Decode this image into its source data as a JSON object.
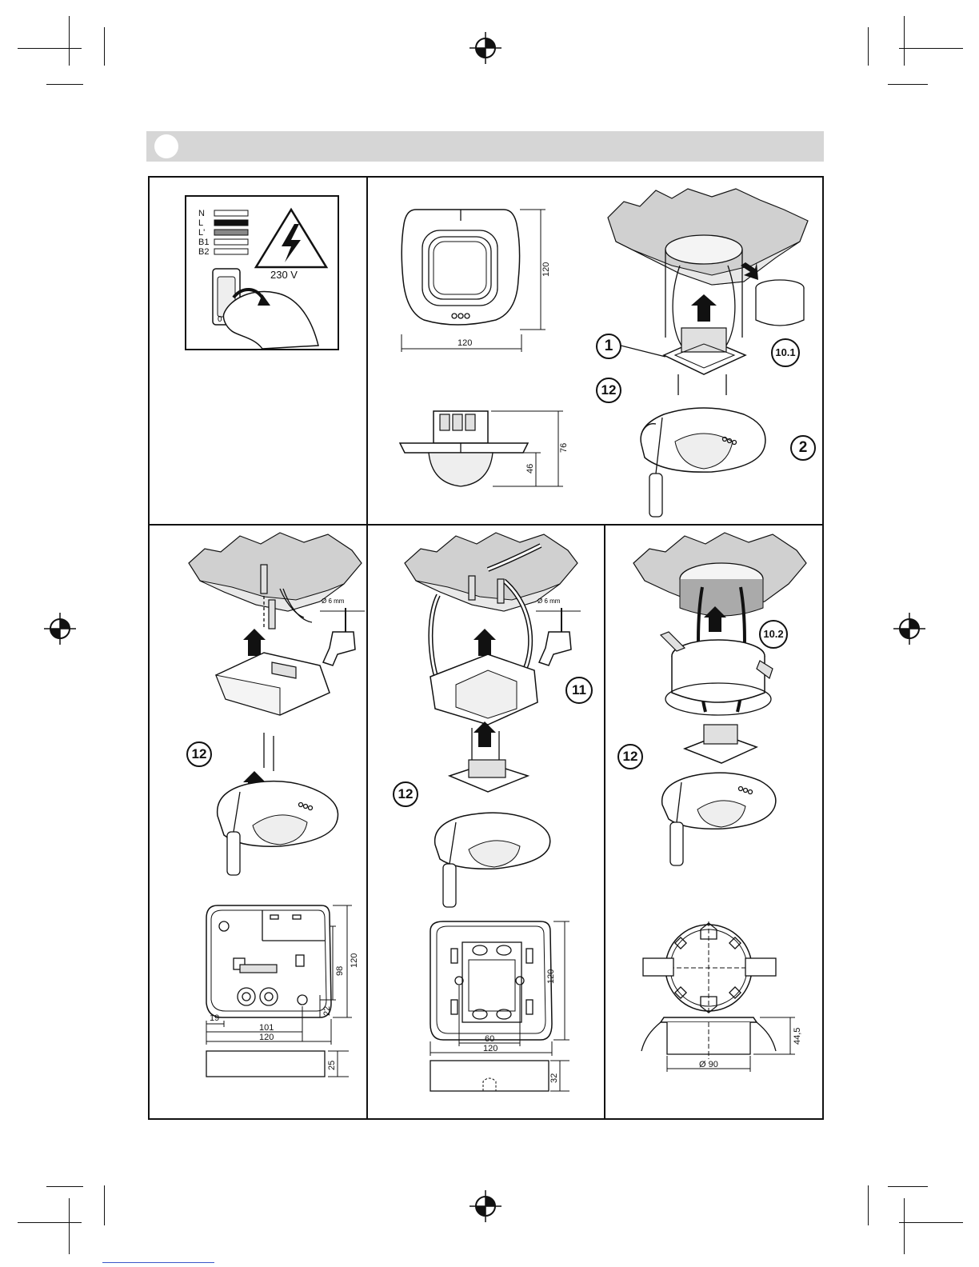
{
  "wiring_legend": {
    "labels": [
      "N",
      "L",
      "L'",
      "B1",
      "B2"
    ],
    "voltage": "230 V"
  },
  "dimensions": {
    "top_view": {
      "height": "120",
      "width": "120"
    },
    "side_view": {
      "total": "76",
      "lower": "46"
    },
    "surface_box": {
      "inner_h": "98",
      "outer_h": "120",
      "offset_small": "22",
      "left_offset": "19",
      "inner_w": "101",
      "outer_w": "120",
      "depth": "25"
    },
    "adapter_box": {
      "outer_h": "120",
      "hole_spacing": "60",
      "outer_w": "120",
      "depth": "32"
    },
    "flush_box": {
      "depth": "44,5",
      "diameter": "Ø 90"
    }
  },
  "drill": {
    "label": "Ø 6 mm"
  },
  "callouts": {
    "c1": "1",
    "c2": "2",
    "c10_1": "10.1",
    "c10_2": "10.2",
    "c11": "11",
    "c12": "12"
  },
  "colors": {
    "header_bar": "#d6d6d6",
    "foam": "#d0d0d0",
    "line": "#111111"
  }
}
